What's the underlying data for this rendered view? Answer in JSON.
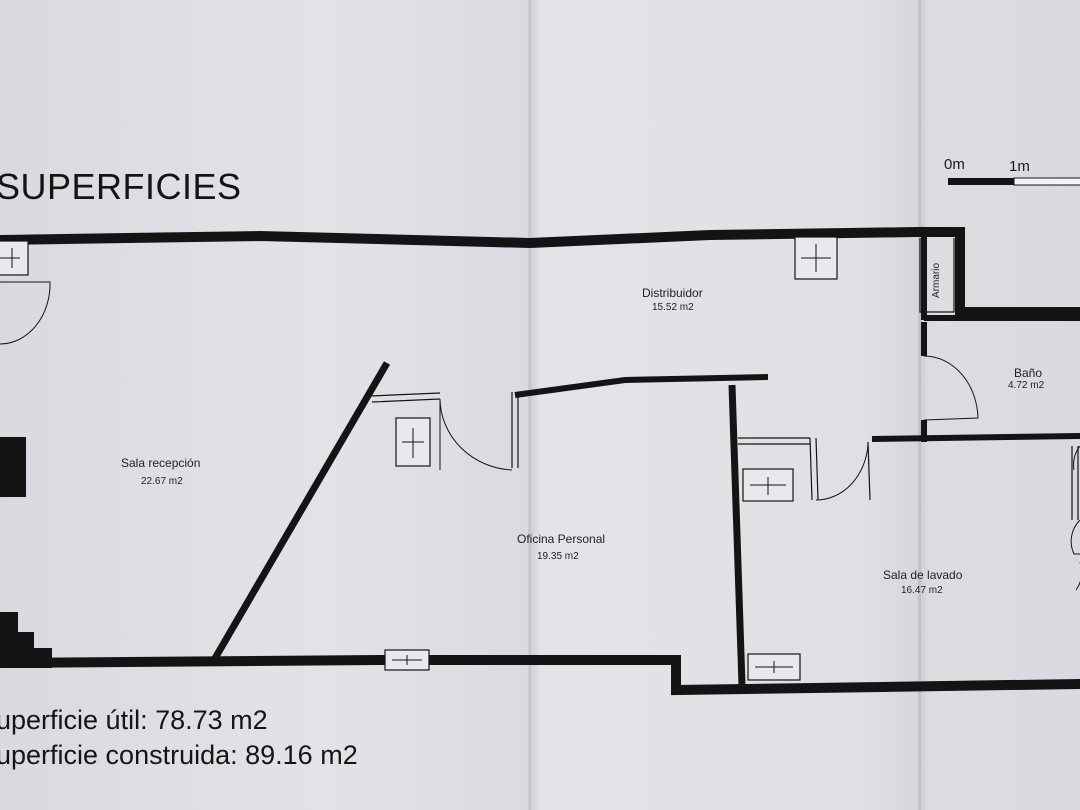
{
  "title": "SUPERFICIES",
  "scale": {
    "start": "0m",
    "end": "1m"
  },
  "rooms": {
    "distribuidor": {
      "name": "Distribuidor",
      "area": "15.52 m2"
    },
    "armario": {
      "name": "Armario"
    },
    "bano": {
      "name": "Baño",
      "area": "4.72 m2"
    },
    "sala_recepcion": {
      "name": "Sala recepción",
      "area": "22.67 m2"
    },
    "oficina": {
      "name": "Oficina Personal",
      "area": "19.35 m2"
    },
    "sala_lavado": {
      "name": "Sala de lavado",
      "area": "16.47 m2"
    }
  },
  "totals": {
    "util": "uperficie útil: 78.73 m2",
    "construida": "uperficie construida: 89.16 m2"
  },
  "colors": {
    "wall": "#141414",
    "paper": "#dcdde2"
  }
}
